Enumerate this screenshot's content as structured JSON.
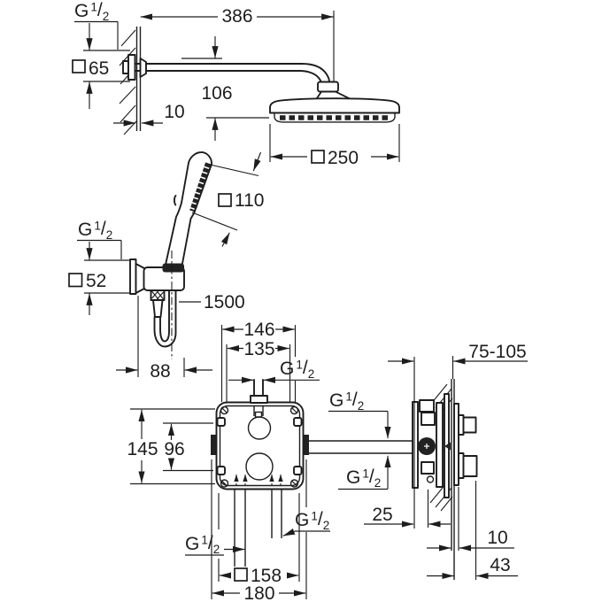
{
  "drawing": {
    "title": "shower-system-installation-dimension-drawing",
    "colors": {
      "line": "#1d1d1d",
      "dark_fill": "#222222",
      "background": "#ffffff"
    },
    "thread": {
      "g": "G",
      "sup": "1",
      "slash": "/",
      "sub": "2"
    },
    "dims": {
      "arm_length": "386",
      "arm_escutcheon": "65",
      "arm_wall_offset": "10",
      "head_drop": "106",
      "head_size": "250",
      "hand_size": "110",
      "union_escutcheon": "52",
      "hose_length": "1500",
      "holder_offset": "88",
      "box_width_outer": "146",
      "box_width_inner": "135",
      "box_height_outer": "145",
      "box_height_inner": "96",
      "box_size": "158",
      "box_opening": "180",
      "depth_range": "75-105",
      "min_depth": "25",
      "plate_thickness": "10",
      "protrusion": "43"
    }
  }
}
